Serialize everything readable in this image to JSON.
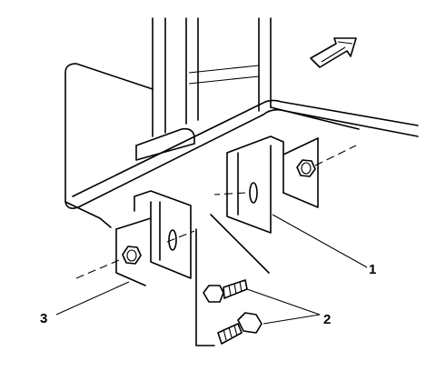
{
  "callouts": {
    "c1": "1",
    "c2": "2",
    "c3": "3"
  },
  "icons": {
    "direction": "arrow-left-down-icon"
  },
  "colors": {
    "line": "#000000",
    "background": "#ffffff"
  }
}
